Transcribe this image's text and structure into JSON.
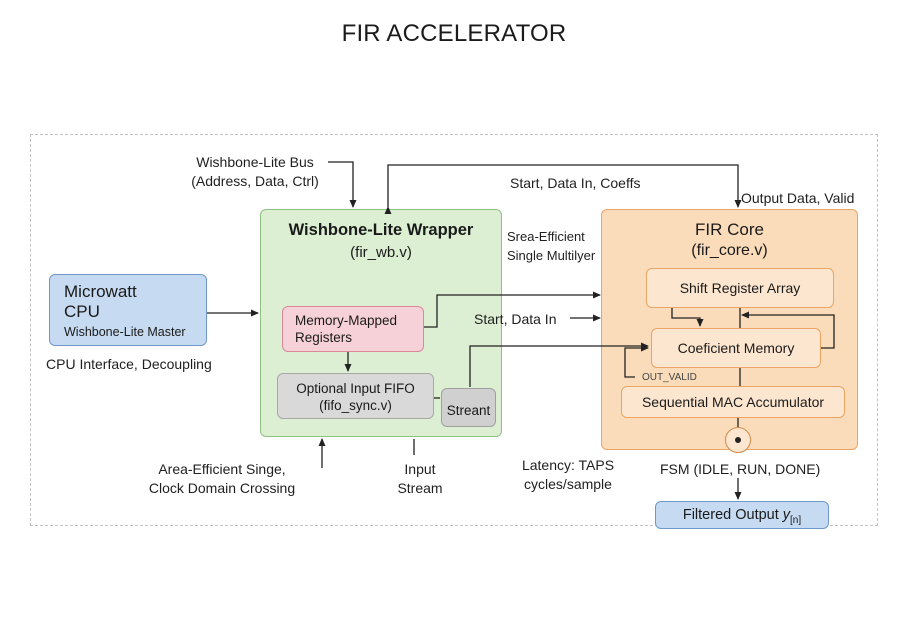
{
  "title": "FIR ACCELERATOR",
  "cpu": {
    "title_line1": "Microwatt",
    "title_line2": "CPU",
    "subtitle": "Wishbone-Lite Master",
    "caption": "CPU Interface, Decoupling"
  },
  "bus": {
    "line1": "Wishbone-Lite Bus",
    "line2": "(Address, Data, Ctrl)"
  },
  "wrapper": {
    "title": "Wishbone-Lite Wrapper",
    "file": "(fir_wb.v)",
    "mmr_line1": "Memory-Mapped",
    "mmr_line2": "Registers",
    "fifo_line1": "Optional Input FIFO",
    "fifo_line2": "(fifo_sync.v)",
    "stream_box": "Streant"
  },
  "labels": {
    "start_data_coeffs": "Start, Data In, Coeffs",
    "output_data_valid": "Output Data, Valid",
    "area_efficient_line1": "Srea-Efficient",
    "area_efficient_line2": "Single Multilyer",
    "start_data_in": "Start, Data In",
    "cdc_line1": "Area-Efficient Singe,",
    "cdc_line2": "Clock Domain Crossing",
    "input_stream_line1": "Input",
    "input_stream_line2": "Stream",
    "latency_line1": "Latency: TAPS",
    "latency_line2": "cycles/sample",
    "fsm": "FSM (IDLE, RUN, DONE)"
  },
  "core": {
    "title": "FIR Core",
    "file": "(fir_core.v)",
    "shift": "Shift Register Array",
    "coef": "Coeficient Memory",
    "out_valid": "OUT_VALID",
    "mac": "Sequential MAC Accumulator"
  },
  "output": {
    "label_prefix": "Filtered Output ",
    "label_var": "y",
    "label_sub": "[n]"
  },
  "colors": {
    "cpu_fill": "#c6dbf1",
    "wrapper_fill": "#dcefd3",
    "mmr_fill": "#f6d2d8",
    "fifo_fill": "#d9d9d9",
    "core_fill": "#fbdcba",
    "core_border": "#eaa564"
  }
}
